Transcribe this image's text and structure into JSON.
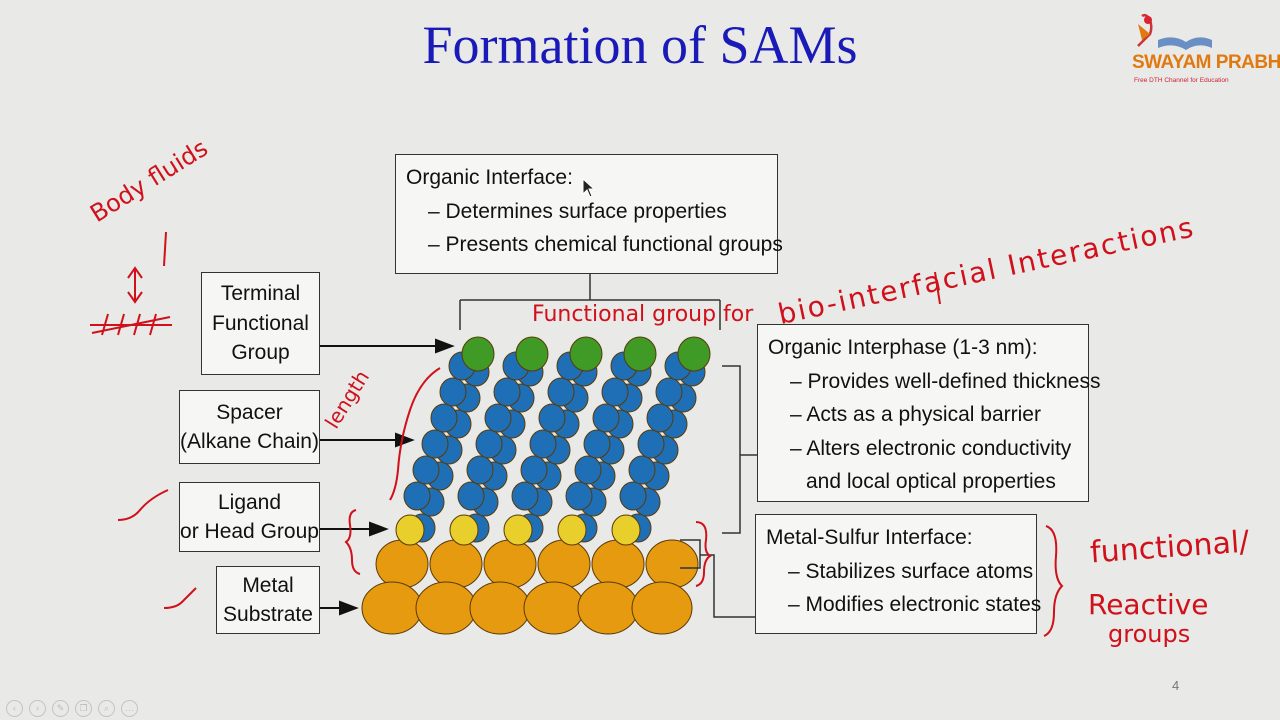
{
  "slide": {
    "title": "Formation of SAMs",
    "page_number": "4"
  },
  "logo": {
    "name": "SWAYAM PRABHA",
    "tagline": "Free DTH Channel for Education"
  },
  "left_labels": {
    "terminal": [
      "Terminal",
      "Functional",
      "Group"
    ],
    "spacer": [
      "Spacer",
      "(Alkane Chain)"
    ],
    "ligand": [
      "Ligand",
      "or Head Group"
    ],
    "substrate": [
      "Metal",
      "Substrate"
    ]
  },
  "organic_interface": {
    "heading": "Organic Interface:",
    "items": [
      "– Determines surface properties",
      "– Presents chemical functional groups"
    ]
  },
  "organic_interphase": {
    "heading": "Organic Interphase (1-3 nm):",
    "items": [
      "– Provides well-defined thickness",
      "– Acts as a physical barrier",
      "– Alters electronic conductivity"
    ],
    "continuation": "and local optical properties"
  },
  "metal_sulfur": {
    "heading": "Metal-Sulfur Interface:",
    "items": [
      "– Stabilizes surface atoms",
      "– Modifies electronic states"
    ]
  },
  "handwriting": {
    "body_fluids": "Body fluids",
    "length": "length",
    "functional_group_for": "Functional group for",
    "bio_interfacial": "bio-interfacial Interactions",
    "functional": "functional/",
    "reactive": "Reactive",
    "groups": "groups"
  },
  "colors": {
    "title": "#1a1ab8",
    "ink": "#d0101a",
    "terminal_sphere": "#3f9a26",
    "chain_sphere": "#1f6fb6",
    "sulfur_sphere": "#e8cf2c",
    "metal_sphere": "#e59a10"
  },
  "controls": [
    "prev-icon",
    "next-icon",
    "edit-icon",
    "copy-icon",
    "zoom-icon",
    "menu-icon"
  ]
}
